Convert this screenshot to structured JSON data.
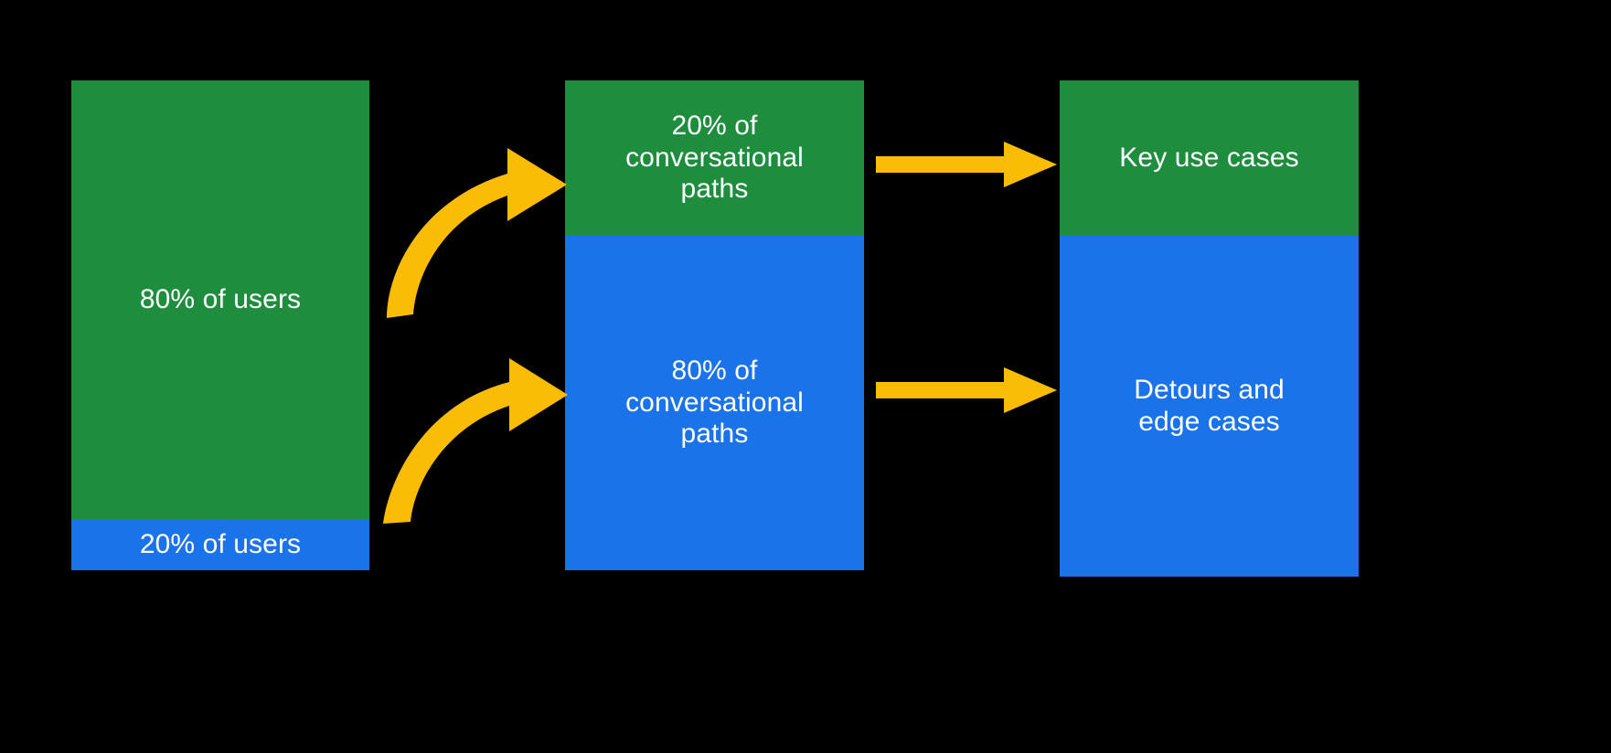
{
  "diagram": {
    "title": "80/20 conversational design diagram",
    "background_color": "#000000",
    "colors": {
      "green": "#1e8e3e",
      "blue": "#1a73e8",
      "arrow_yellow": "#fabc05",
      "text": "#ffffff"
    }
  },
  "columns": [
    {
      "id": "users",
      "name": "users-column",
      "segments": [
        {
          "id": "users-majority",
          "label": "80% of users",
          "color": "#1e8e3e",
          "percent": 80
        },
        {
          "id": "users-minority",
          "label": "20% of users",
          "color": "#1a73e8",
          "percent": 20
        }
      ]
    },
    {
      "id": "paths",
      "name": "conversational-paths-column",
      "segments": [
        {
          "id": "paths-few",
          "label": "20% of\nconversational\npaths",
          "color": "#1e8e3e",
          "percent": 20
        },
        {
          "id": "paths-many",
          "label": "80% of\nconversational\npaths",
          "color": "#1a73e8",
          "percent": 80
        }
      ]
    },
    {
      "id": "outcomes",
      "name": "outcomes-column",
      "segments": [
        {
          "id": "outcome-key",
          "label": "Key use cases",
          "color": "#1e8e3e",
          "percent": 20
        },
        {
          "id": "outcome-detours",
          "label": "Detours and\nedge cases",
          "color": "#1a73e8",
          "percent": 80
        }
      ]
    }
  ],
  "arrows": [
    {
      "id": "curve-top",
      "kind": "curved",
      "from": "users-majority",
      "to": "paths-few",
      "color": "#fabc05"
    },
    {
      "id": "curve-bottom",
      "kind": "curved",
      "from": "users-minority",
      "to": "paths-many",
      "color": "#fabc05"
    },
    {
      "id": "straight-top",
      "kind": "straight",
      "from": "paths-few",
      "to": "outcome-key",
      "color": "#fabc05"
    },
    {
      "id": "straight-bottom",
      "kind": "straight",
      "from": "paths-many",
      "to": "outcome-detours",
      "color": "#fabc05"
    }
  ]
}
